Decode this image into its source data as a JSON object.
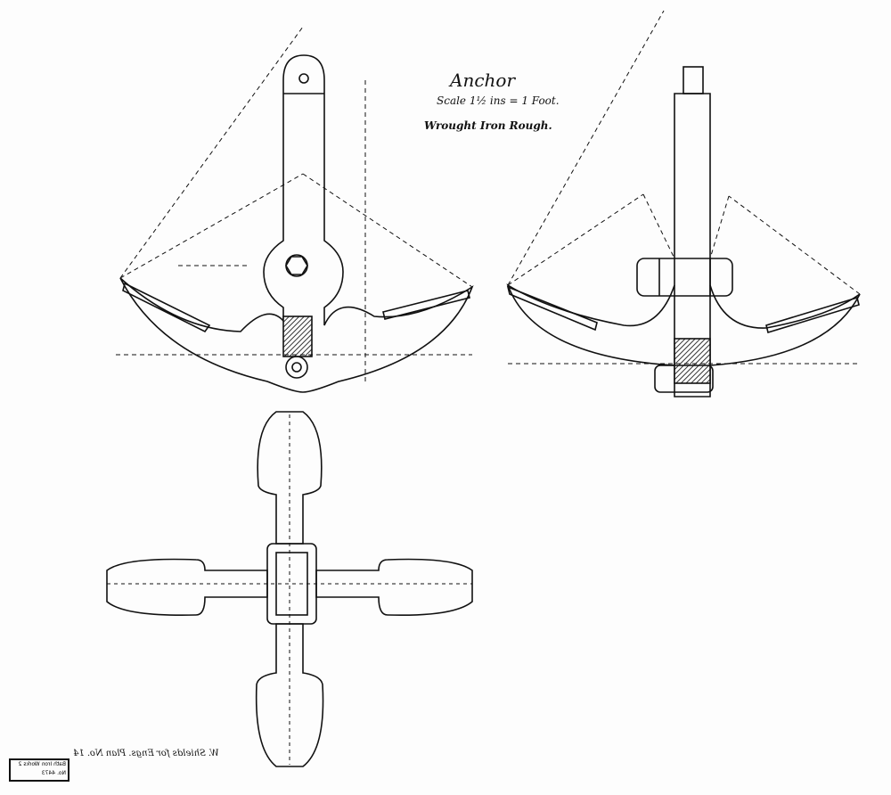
{
  "drawing": {
    "title": "Anchor",
    "scale": "Scale 1½ ins = 1 Foot.",
    "material": "Wrought Iron Rough.",
    "handwritten_note": "W. Shields for Engs. Plan No. 14",
    "stamp": "Bath Iron Works 2 No. 4473"
  },
  "views": [
    "side-elevation",
    "front-elevation",
    "plan-view"
  ],
  "colors": {
    "ink": "#111111",
    "paper": "#fdfdfd",
    "hatch": "#444444"
  }
}
